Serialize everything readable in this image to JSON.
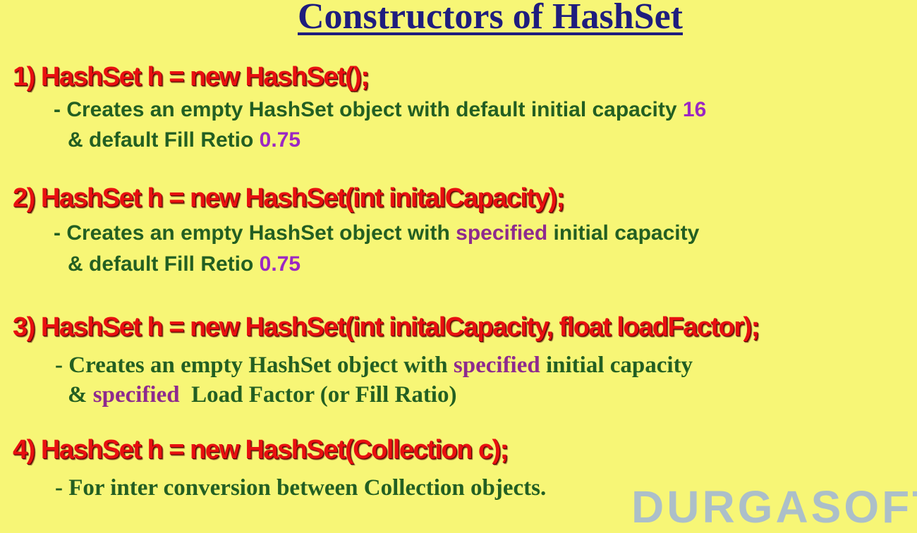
{
  "title": "Constructors of HashSet",
  "items": [
    {
      "signature": "1) HashSet h = new HashSet();",
      "line1_a": "- Creates an empty HashSet object with default initial capacity ",
      "line1_b": "16",
      "line2_a": "& default Fill Retio ",
      "line2_b": "0.75"
    },
    {
      "signature": "2) HashSet h = new HashSet(int initalCapacity);",
      "line1_a": "- Creates an empty HashSet object with ",
      "line1_b": "specified",
      "line1_c": " initial capacity",
      "line2_a": "& default Fill Retio ",
      "line2_b": "0.75"
    },
    {
      "signature": "3) HashSet h = new HashSet(int initalCapacity, float loadFactor);",
      "line1_a": "- Creates an empty HashSet object with ",
      "line1_b": "specified",
      "line1_c": " initial capacity",
      "line2_a": "& ",
      "line2_b": "specified",
      "line2_c": "  Load Factor (or Fill Ratio)"
    },
    {
      "signature": "4) HashSet h = new HashSet(Collection c);",
      "line1_a": "- For inter conversion between Collection objects."
    }
  ],
  "watermark": "DURGASOFT",
  "colors": {
    "background": "#f7f676",
    "title": "#1f1d7e",
    "signature": "#e81010",
    "description": "#235f22",
    "highlight": "#9b27c4"
  }
}
